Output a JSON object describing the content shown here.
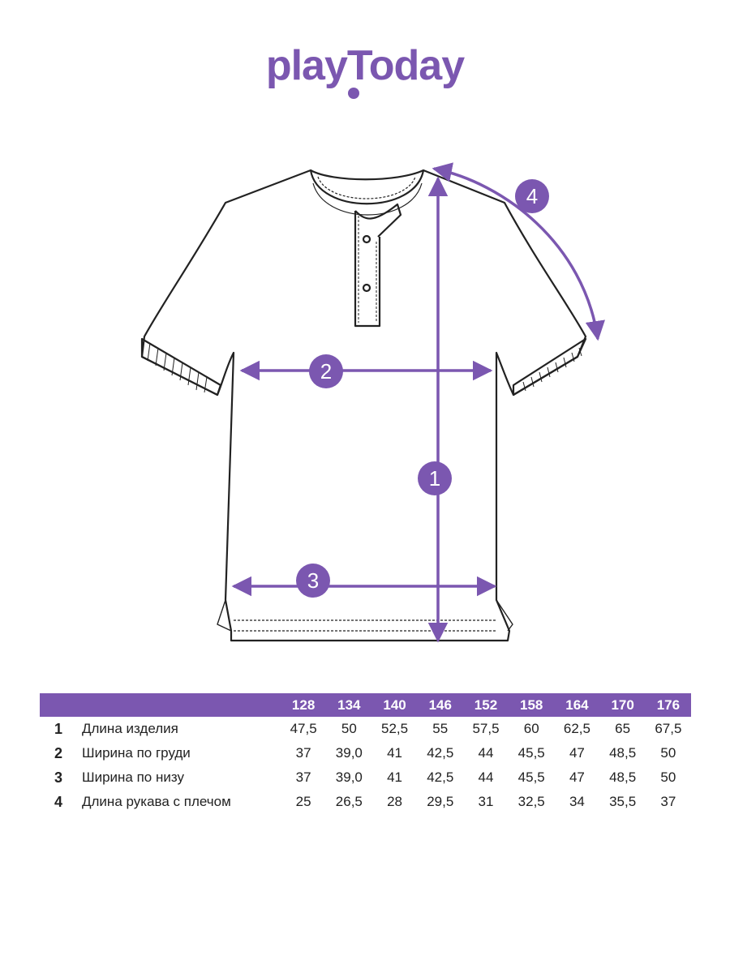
{
  "brand": {
    "logo_text": "playToday",
    "color": "#7b57b0"
  },
  "diagram": {
    "markers": [
      "1",
      "2",
      "3",
      "4"
    ],
    "line_color": "#7b57b0",
    "garment": "short-sleeve henley t-shirt"
  },
  "table": {
    "header_color": "#7b57b0",
    "sizes": [
      "128",
      "134",
      "140",
      "146",
      "152",
      "158",
      "164",
      "170",
      "176"
    ],
    "rows": [
      {
        "num": "1",
        "label": "Длина изделия",
        "values": [
          "47,5",
          "50",
          "52,5",
          "55",
          "57,5",
          "60",
          "62,5",
          "65",
          "67,5"
        ]
      },
      {
        "num": "2",
        "label": "Ширина по груди",
        "values": [
          "37",
          "39,0",
          "41",
          "42,5",
          "44",
          "45,5",
          "47",
          "48,5",
          "50"
        ]
      },
      {
        "num": "3",
        "label": "Ширина по низу",
        "values": [
          "37",
          "39,0",
          "41",
          "42,5",
          "44",
          "45,5",
          "47",
          "48,5",
          "50"
        ]
      },
      {
        "num": "4",
        "label": "Длина рукава с плечом",
        "values": [
          "25",
          "26,5",
          "28",
          "29,5",
          "31",
          "32,5",
          "34",
          "35,5",
          "37"
        ]
      }
    ]
  }
}
